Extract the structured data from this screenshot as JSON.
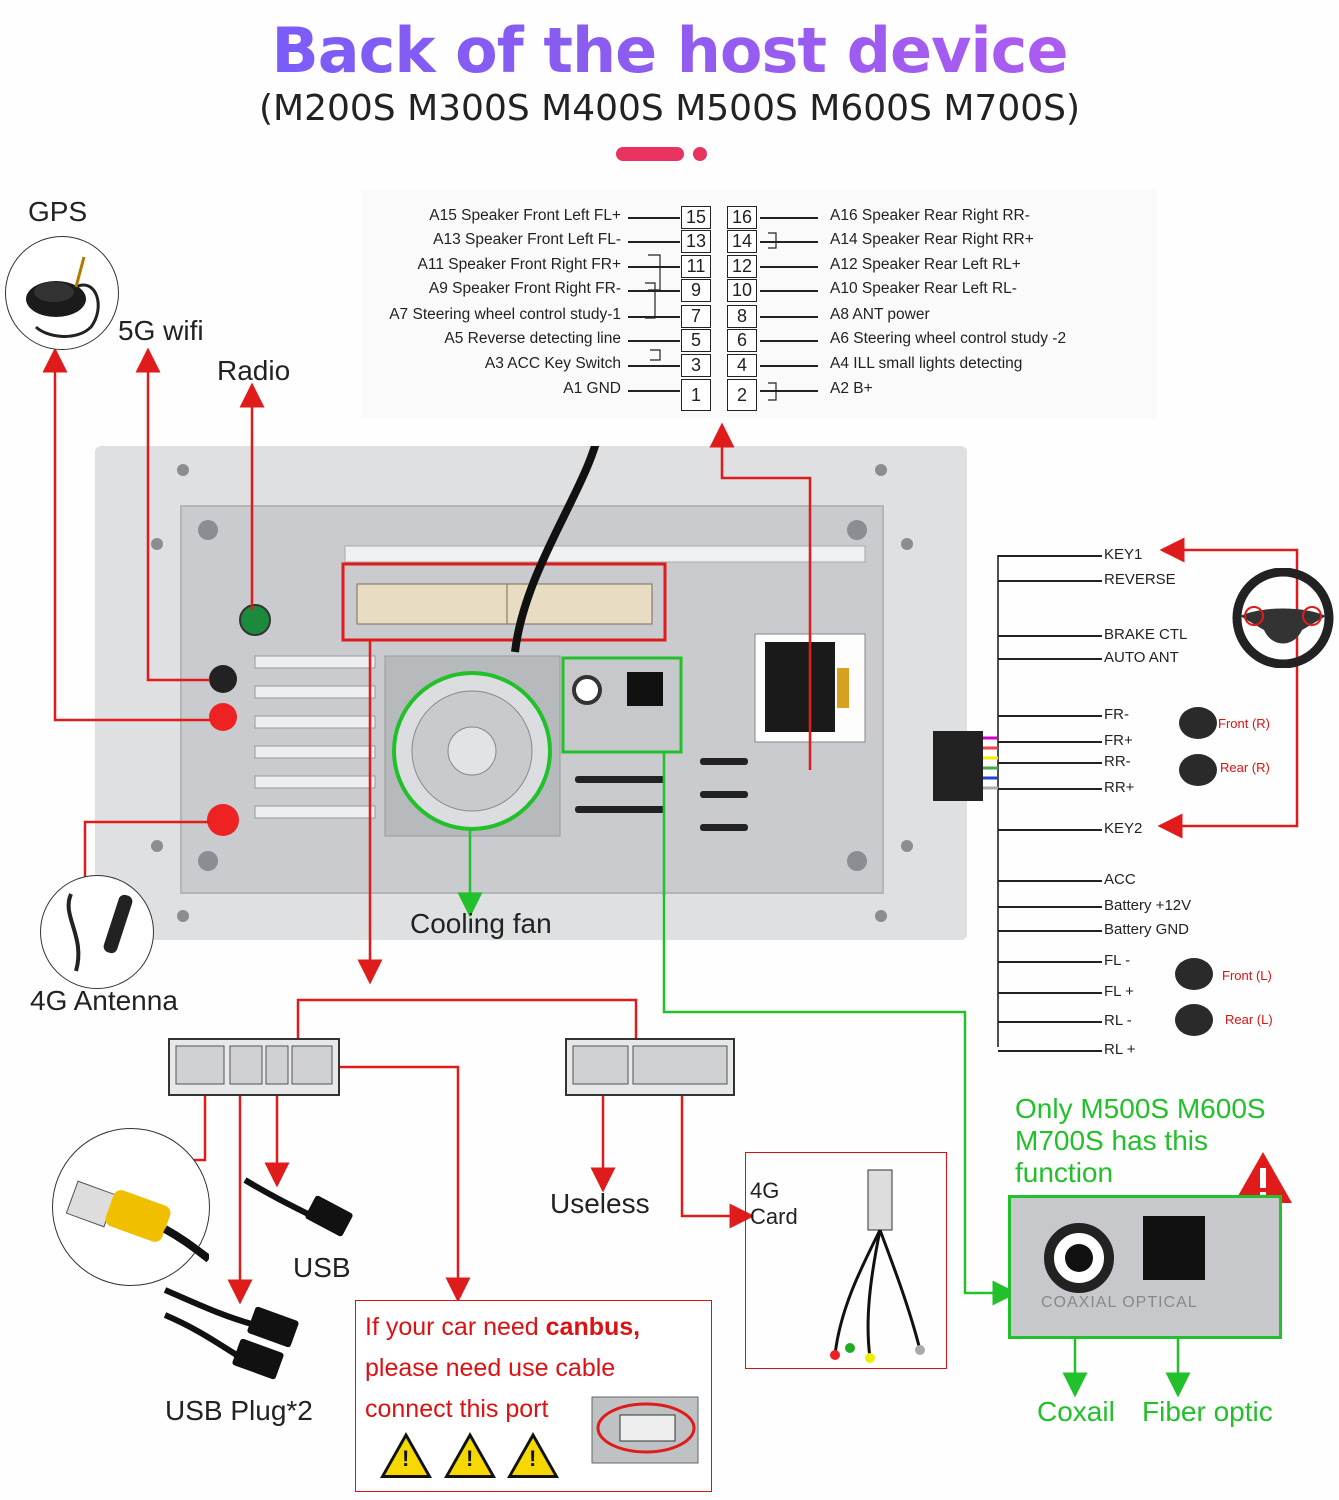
{
  "header": {
    "title": "Back of the host device",
    "subtitle": "(M200S M300S M400S M500S M600S M700S)"
  },
  "pinout": {
    "left": [
      {
        "label": "A15  Speaker Front Left FL+",
        "pin": "15"
      },
      {
        "label": "A13  Speaker Front Left FL-",
        "pin": "13"
      },
      {
        "label": "A11  Speaker Front Right FR+",
        "pin": "11"
      },
      {
        "label": "A9    Speaker Front Right FR-",
        "pin": "9"
      },
      {
        "label": "A7   Steering wheel control study-1",
        "pin": "7"
      },
      {
        "label": "A5   Reverse detecting line",
        "pin": "5"
      },
      {
        "label": "A3 ACC Key Switch",
        "pin": "3"
      },
      {
        "label": "A1 GND",
        "pin": "1"
      }
    ],
    "right": [
      {
        "label": "A16 Speaker Rear Right RR-",
        "pin": "16"
      },
      {
        "label": "A14 Speaker Rear Right RR+",
        "pin": "14"
      },
      {
        "label": "A12 Speaker Rear Left RL+",
        "pin": "12"
      },
      {
        "label": "A10 Speaker Rear Left RL-",
        "pin": "10"
      },
      {
        "label": "A8   ANT power",
        "pin": "8"
      },
      {
        "label": "A6   Steering wheel control study -2",
        "pin": "6"
      },
      {
        "label": "A4   ILL small lights detecting",
        "pin": "4"
      },
      {
        "label": "A2   B+",
        "pin": "2"
      }
    ]
  },
  "labels": {
    "gps": "GPS",
    "wifi": "5G wifi",
    "radio": "Radio",
    "antenna4g": "4G Antenna",
    "cooling_fan": "Cooling fan",
    "usb": "USB",
    "usb_plug": "USB Plug*2",
    "useless": "Useless",
    "card4g": "4G\nCard",
    "coaxial": "Coxail",
    "fiber": "Fiber optic"
  },
  "harness": {
    "wires": [
      "KEY1",
      "REVERSE",
      "BRAKE CTL",
      "AUTO ANT",
      "FR-",
      "FR+",
      "RR-",
      "RR+",
      "KEY2",
      "ACC",
      "Battery +12V",
      "Battery GND",
      "FL -",
      "FL +",
      "RL -",
      "RL +"
    ],
    "speakers": [
      "Front (R)",
      "Rear (R)",
      "Front (L)",
      "Rear (L)"
    ]
  },
  "notice": {
    "line1": "Only M500S M600S",
    "line2": "M700S has this",
    "line3": "function",
    "panel_text": "COAXIAL  OPTICAL"
  },
  "canbus": {
    "line1_pre": "If your car need ",
    "line1_bold": "canbus,",
    "line2": "please need use cable",
    "line3": "connect this port"
  },
  "colors": {
    "title_gradient_start": "#6f5bff",
    "title_gradient_end": "#c05cf0",
    "accent_red": "#e9325f",
    "wire_red": "#e01b1b",
    "wire_green": "#22c02a"
  }
}
